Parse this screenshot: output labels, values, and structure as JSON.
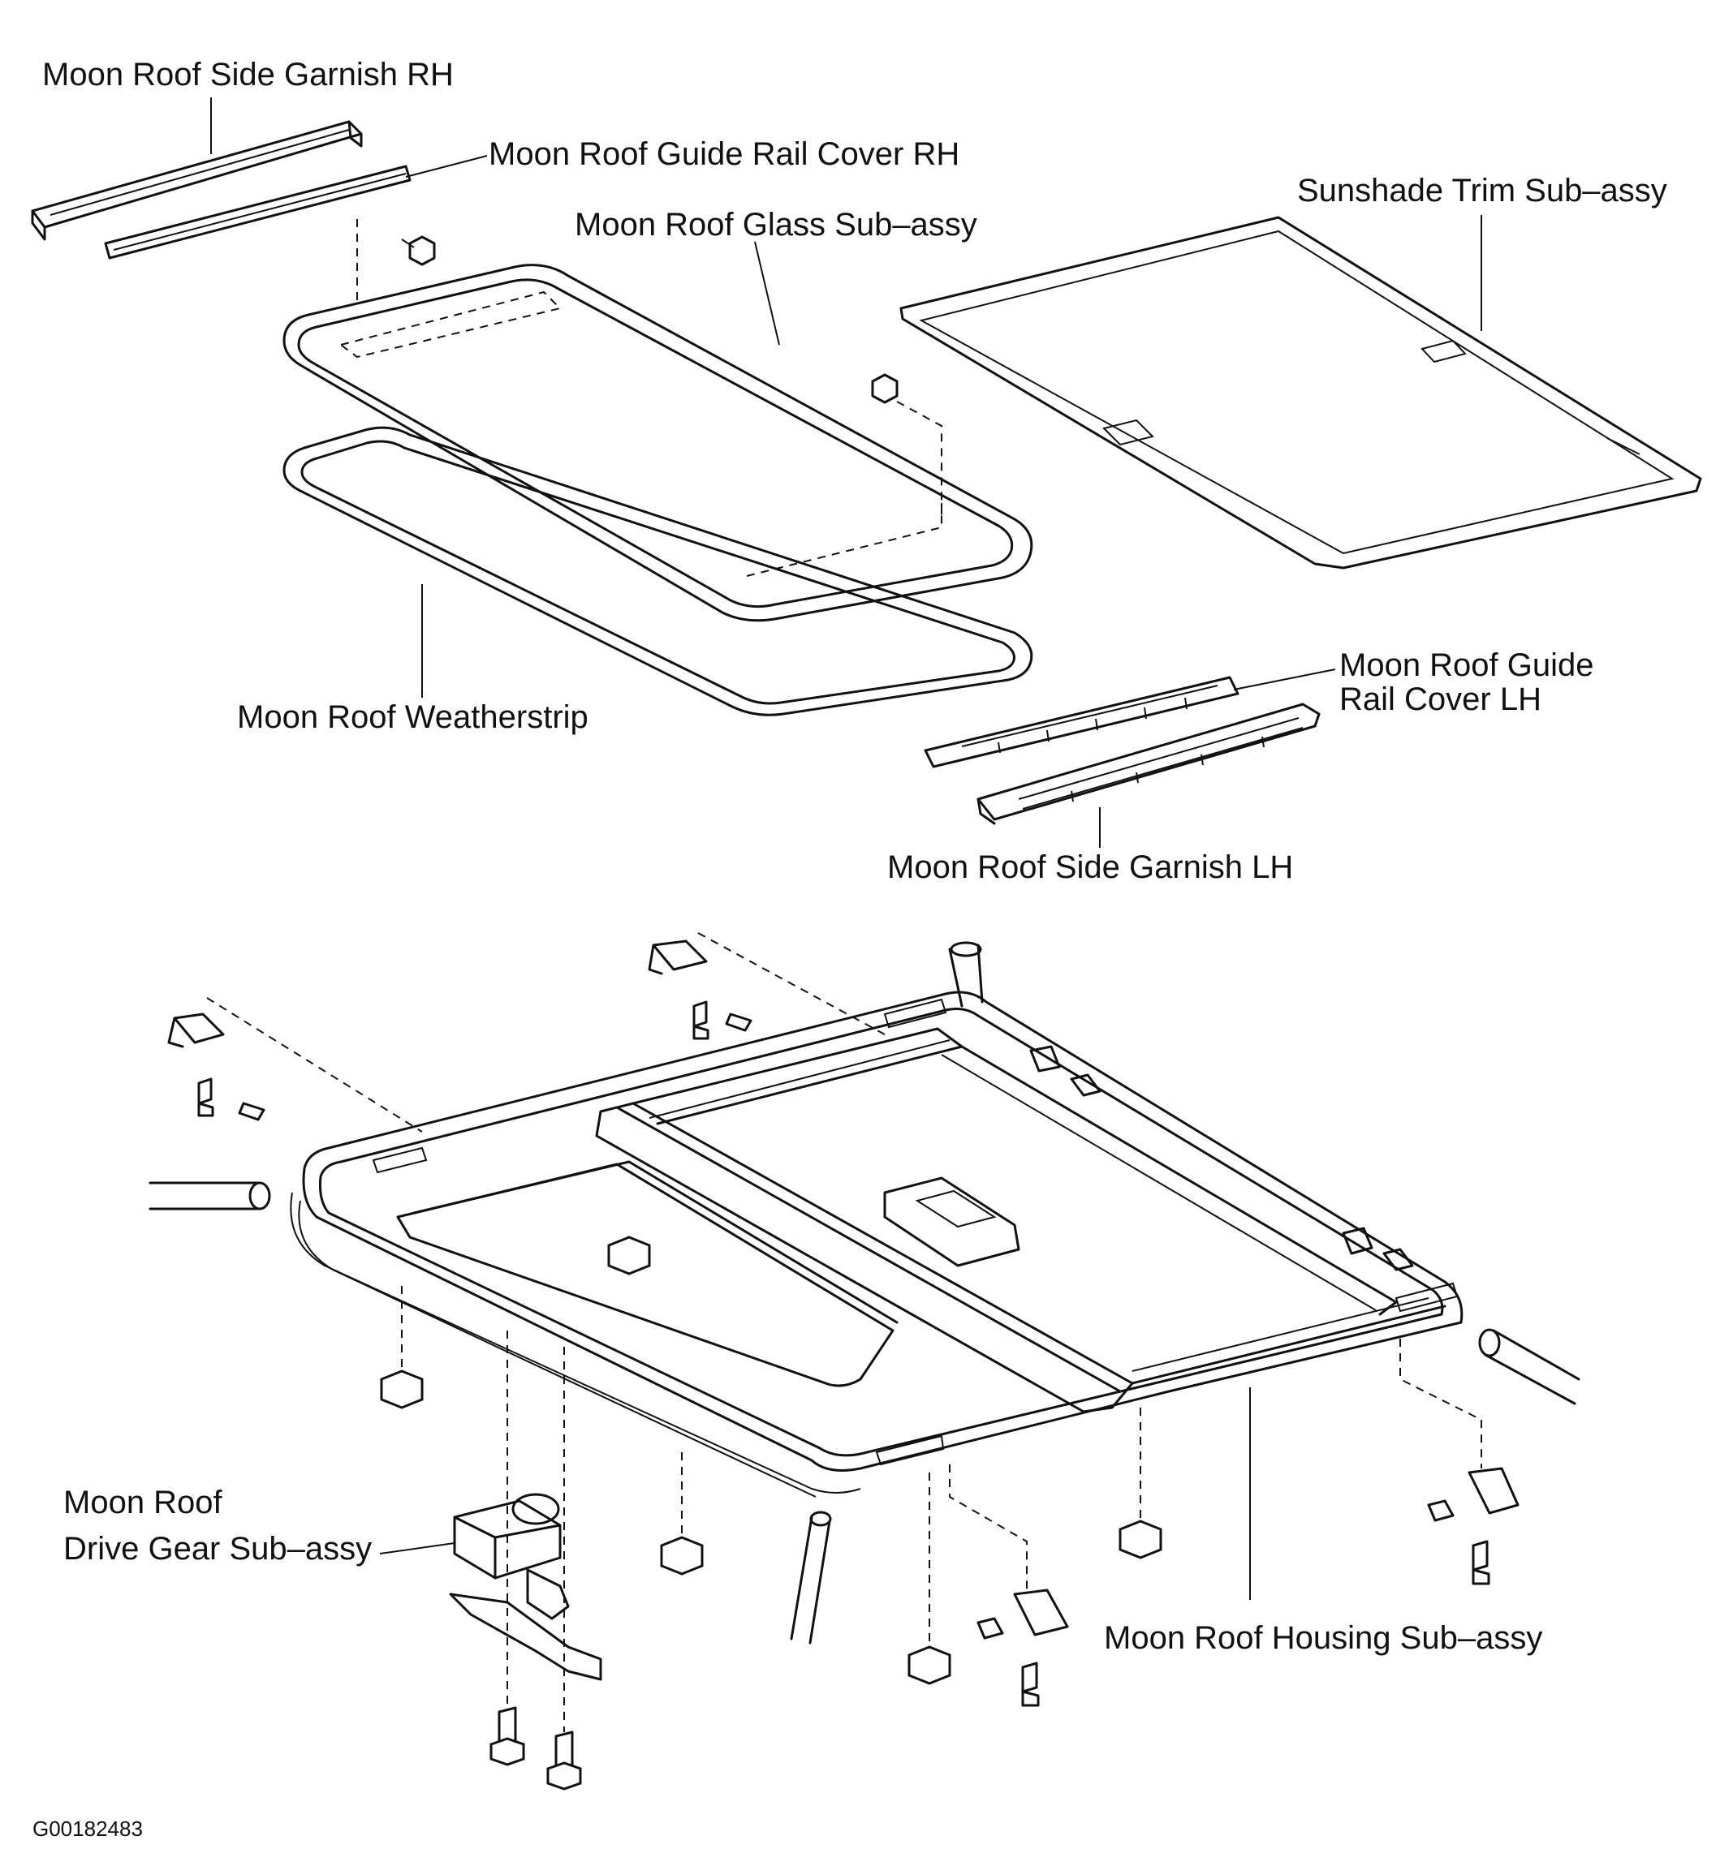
{
  "labels": {
    "side_garnish_rh": "Moon Roof Side Garnish RH",
    "guide_rail_cover_rh": "Moon Roof Guide Rail Cover RH",
    "glass_sub_assy": "Moon Roof Glass Sub–assy",
    "sunshade_trim": "Sunshade Trim Sub–assy",
    "weatherstrip": "Moon Roof Weatherstrip",
    "guide_rail_cover_lh_line1": "Moon Roof Guide",
    "guide_rail_cover_lh_line2": "Rail Cover LH",
    "side_garnish_lh": "Moon Roof Side Garnish LH",
    "drive_gear_line1": "Moon Roof",
    "drive_gear_line2": "Drive Gear Sub–assy",
    "housing_sub_assy": "Moon Roof Housing Sub–assy"
  },
  "figure_code": "G00182483"
}
